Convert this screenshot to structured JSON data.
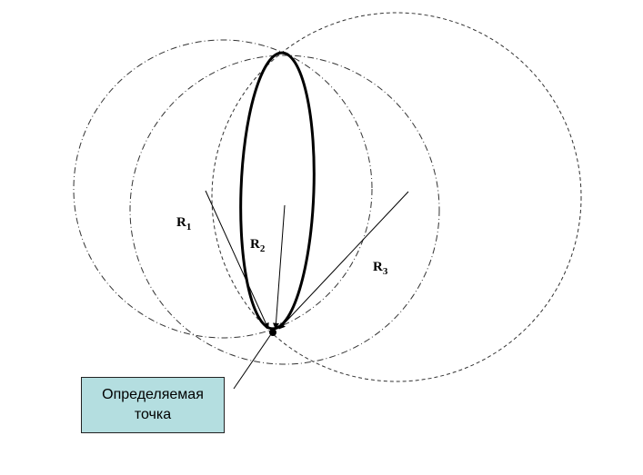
{
  "labels": {
    "r1": {
      "main": "R",
      "sub": "1"
    },
    "r2": {
      "main": "R",
      "sub": "2"
    },
    "r3": {
      "main": "R",
      "sub": "3"
    }
  },
  "callout": {
    "line1": "Определяемая",
    "line2": "точка"
  }
}
